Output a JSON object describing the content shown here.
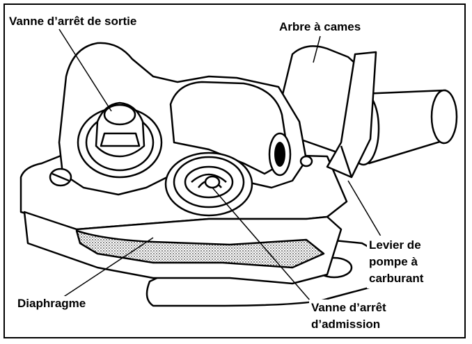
{
  "labels": {
    "outlet_valve": "Vanne d’arrêt de sortie",
    "camshaft": "Arbre à cames",
    "lever_line1": "Levier de",
    "lever_line2": "pompe à",
    "lever_line3": "carburant",
    "diaphragm": "Diaphragme",
    "inlet_line1": "Vanne d’arrêt",
    "inlet_line2": "d’admission"
  },
  "colors": {
    "ink": "#000000",
    "paper": "#ffffff",
    "stipple": "#555555"
  }
}
